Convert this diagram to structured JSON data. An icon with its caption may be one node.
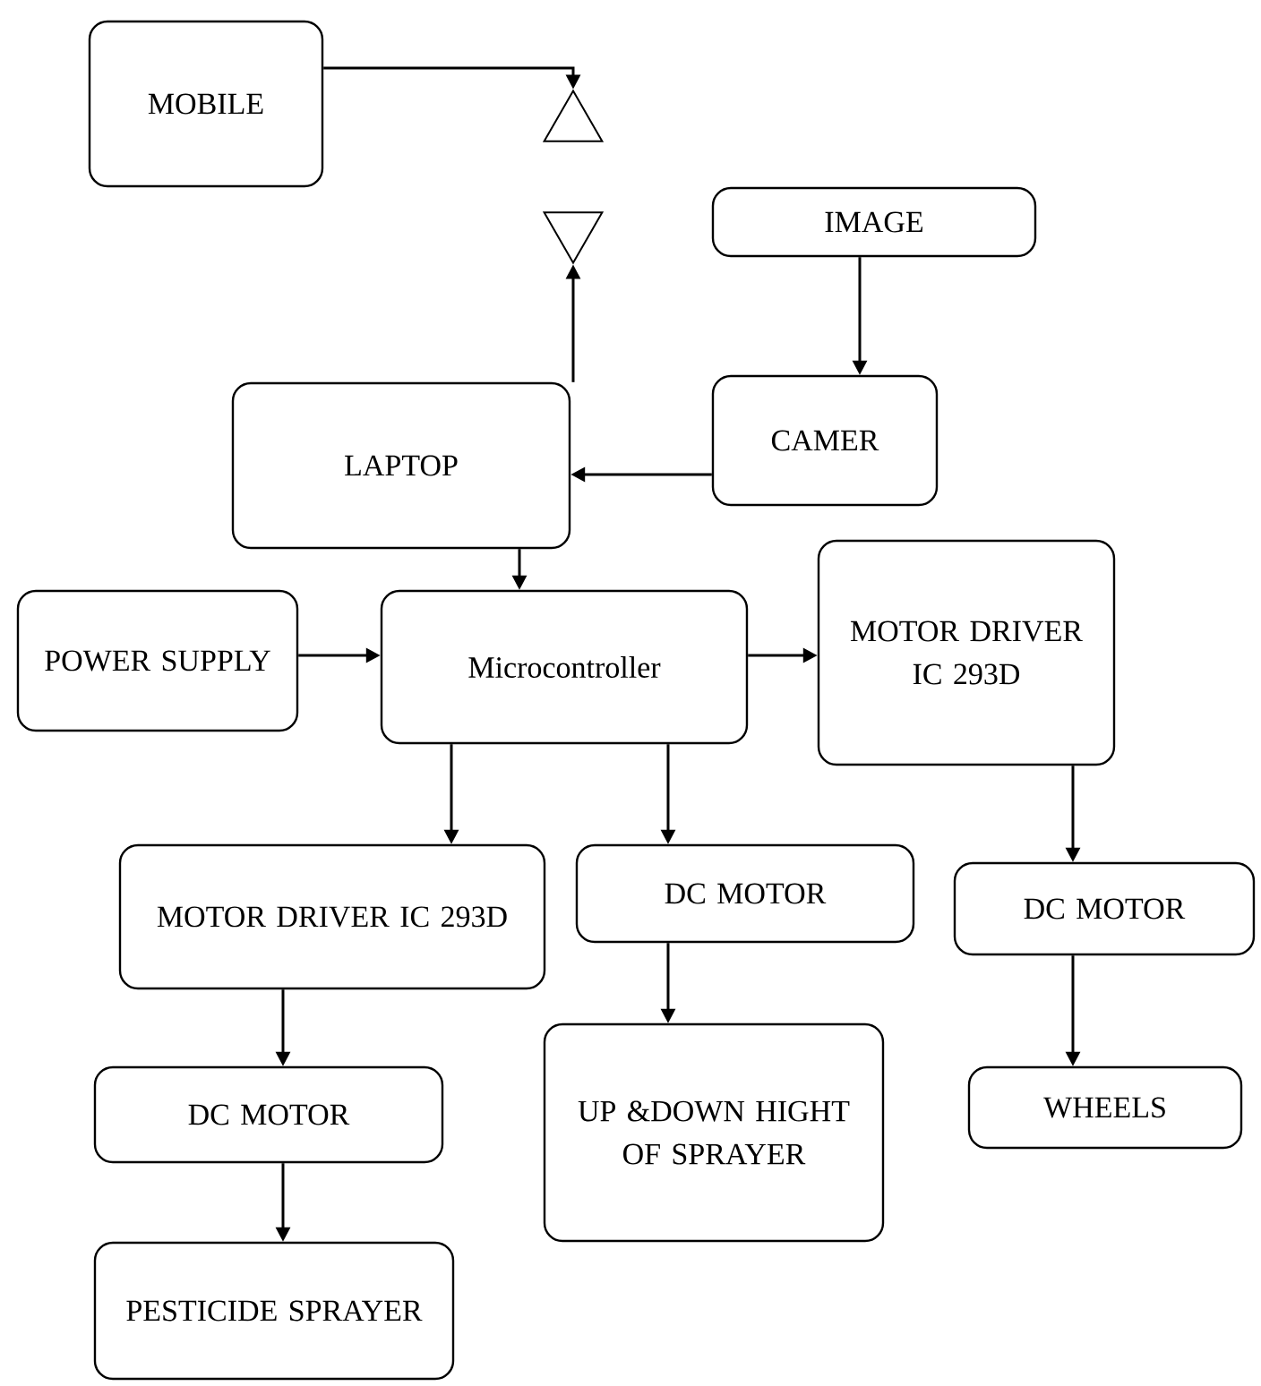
{
  "diagram": {
    "nodes": [
      {
        "text": [
          "MOBILE"
        ]
      },
      {
        "text": [],
        "shape": "triangle"
      },
      {
        "text": [],
        "shape": "triangle"
      },
      {
        "text": [
          "IMAGE"
        ]
      },
      {
        "text": [
          "LAPTOP"
        ]
      },
      {
        "text": [
          "CAMER"
        ]
      },
      {
        "text": [
          "POWER SUPPLY"
        ]
      },
      {
        "text": [
          "Microcontroller"
        ]
      },
      {
        "text": [
          "MOTOR DRIVER IC 293D"
        ]
      },
      {
        "text": [
          "MOTOR DRIVER IC 293D"
        ]
      },
      {
        "text": [
          "DC MOTOR"
        ]
      },
      {
        "text": [
          "DC MOTOR"
        ]
      },
      {
        "text": [
          "DC MOTOR"
        ]
      },
      {
        "text": [
          "UP &DOWN HIGHT OF SPRAYER"
        ]
      },
      {
        "text": [
          "WHEELS"
        ]
      },
      {
        "text": [
          "PESTICIDE SPRAYER"
        ]
      }
    ],
    "edges": [
      {
        "from": 0,
        "to": 1,
        "arrow": "to"
      },
      {
        "from": 4,
        "to": 2,
        "arrow": "to"
      },
      {
        "from": 3,
        "to": 5,
        "arrow": "to"
      },
      {
        "from": 5,
        "to": 4,
        "arrow": "to"
      },
      {
        "from": 4,
        "to": 7,
        "arrow": "to"
      },
      {
        "from": 6,
        "to": 7,
        "arrow": "to"
      },
      {
        "from": 7,
        "to": 8,
        "arrow": "to"
      },
      {
        "from": 7,
        "to": 9,
        "arrow": "to"
      },
      {
        "from": 7,
        "to": 10,
        "arrow": "to"
      },
      {
        "from": 8,
        "to": 11,
        "arrow": "to"
      },
      {
        "from": 9,
        "to": 12,
        "arrow": "to"
      },
      {
        "from": 10,
        "to": 13,
        "arrow": "to"
      },
      {
        "from": 11,
        "to": 14,
        "arrow": "to"
      },
      {
        "from": 12,
        "to": 15,
        "arrow": "to"
      }
    ]
  }
}
